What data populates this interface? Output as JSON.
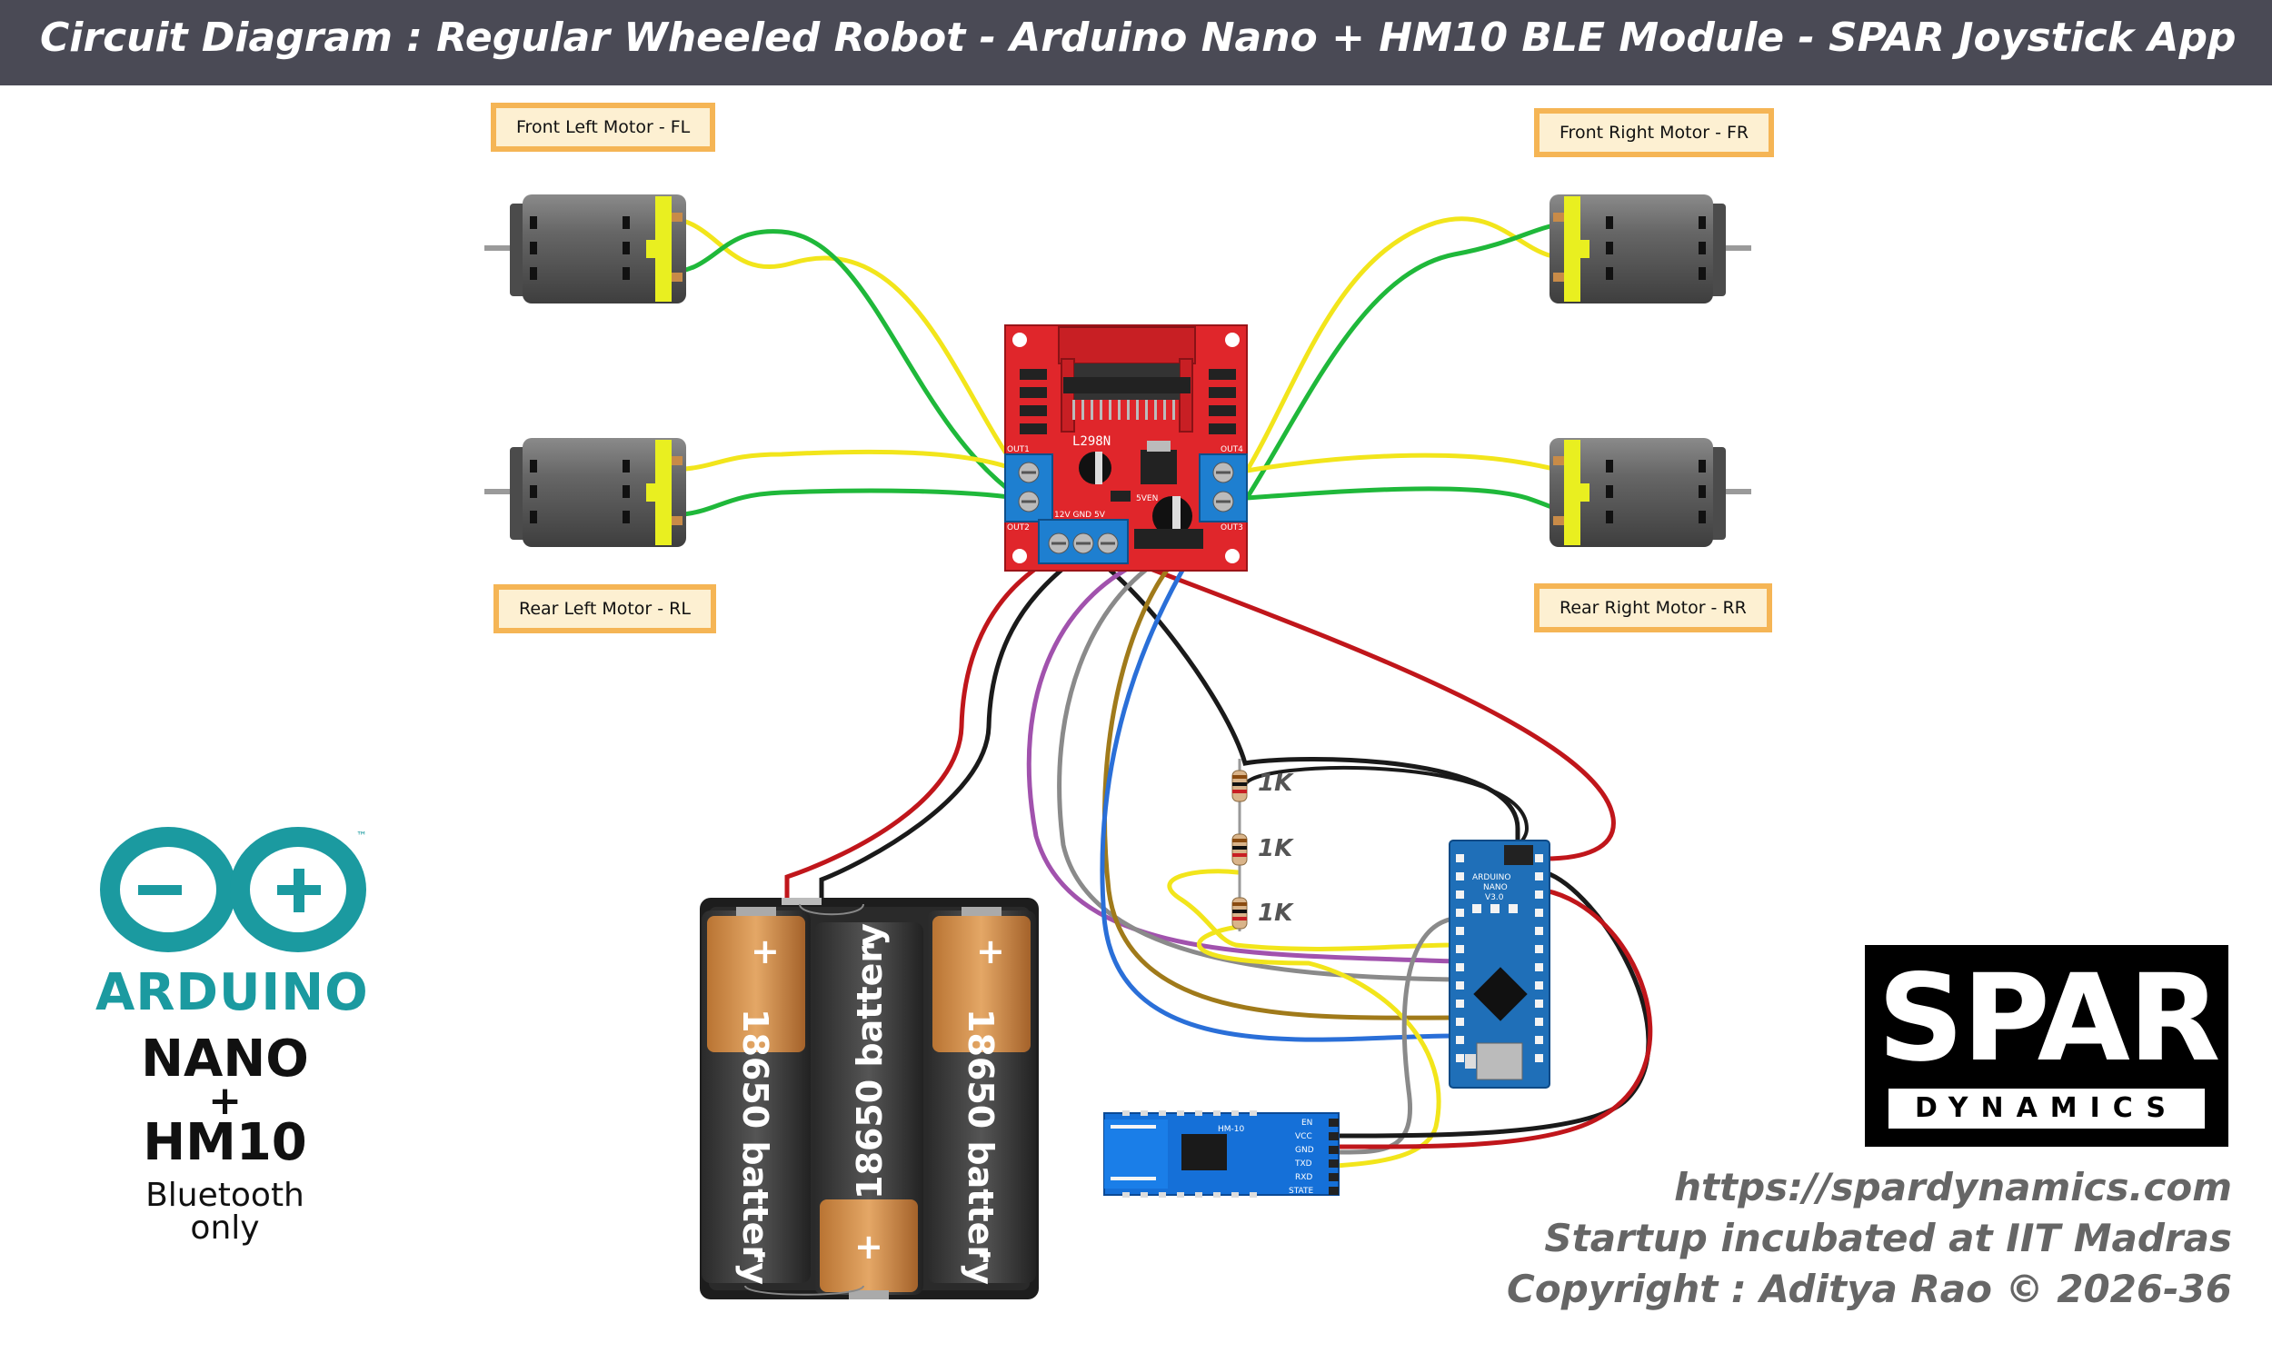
{
  "header": {
    "title": "Circuit Diagram : Regular Wheeled Robot - Arduino Nano + HM10 BLE Module - SPAR Joystick App"
  },
  "motors": {
    "front_left": "Front Left Motor - FL",
    "front_right": "Front Right Motor - FR",
    "rear_left": "Rear Left Motor - RL",
    "rear_right": "Rear Right Motor - RR"
  },
  "driver": {
    "chip": "L298N",
    "out1": "OUT1",
    "out2": "OUT2",
    "out3": "OUT3",
    "out4": "OUT4",
    "pins_power": "12V GND  5V",
    "jumper": "5VEN"
  },
  "resistors": [
    "1K",
    "1K",
    "1K"
  ],
  "batteries": [
    {
      "label": "18650 battery",
      "plus": "+",
      "minus": "-"
    },
    {
      "label": "18650 battery",
      "plus": "+",
      "minus": "-"
    },
    {
      "label": "18650 battery",
      "plus": "+",
      "minus": "-"
    }
  ],
  "nano_board": {
    "line1": "ARDUINO",
    "line2": "NANO",
    "line3": "V3.0"
  },
  "hm10": {
    "title": "HM-10",
    "pins": [
      "EN",
      "VCC",
      "GND",
      "TXD",
      "RXD",
      "STATE"
    ]
  },
  "arduino_logo": {
    "wordmark": "ARDUINO",
    "tm": "™",
    "product_line1": "NANO",
    "plus": "+",
    "product_line2": "HM10",
    "note_line1": "Bluetooth",
    "note_line2": "only"
  },
  "spar_logo": {
    "word": "SPAR",
    "sub": "DYNAMICS"
  },
  "footer": {
    "url": "https://spardynamics.com",
    "tagline": "Startup incubated at IIT Madras",
    "copyright": "Copyright : Aditya Rao © 2026-36"
  },
  "colors": {
    "header_bg": "#4a4a55",
    "driver_red": "#e0262b",
    "terminal_blue": "#1e7fd0",
    "label_border": "#f5b555",
    "label_bg": "#fdf0d2",
    "wire_yellow": "#f2e51b",
    "wire_green": "#1fb83a",
    "wire_red": "#c0161b",
    "wire_black": "#1a1a1a",
    "wire_purple": "#a152ad",
    "wire_gray": "#8a8a8a",
    "wire_brown": "#a07a1a",
    "wire_blue": "#2a6fd8",
    "nano_blue": "#1f6fb8",
    "hm10_blue": "#1570d8",
    "arduino_teal": "#1b9aa0"
  }
}
